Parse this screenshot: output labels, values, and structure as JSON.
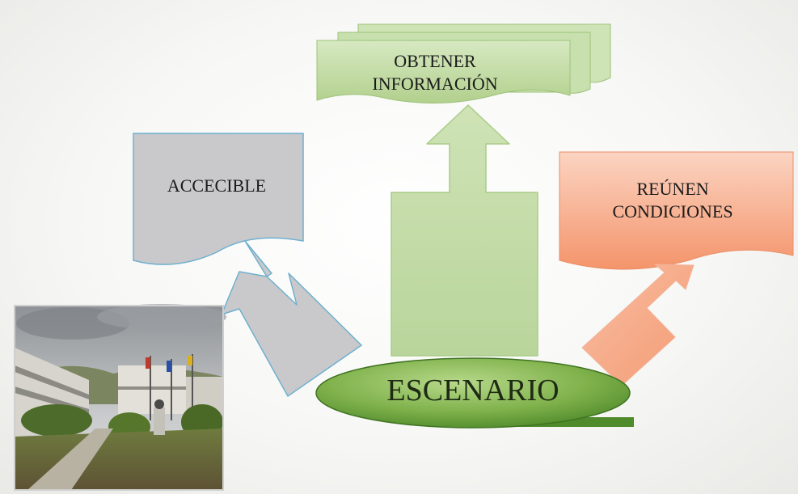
{
  "diagram": {
    "center": {
      "label": "ESCENARIO"
    },
    "nodes": [
      {
        "id": "accecible",
        "lines": [
          "ACCECIBLE"
        ]
      },
      {
        "id": "obtener-informacion",
        "lines": [
          "OBTENER",
          "INFORMACIÓN"
        ]
      },
      {
        "id": "reunen-condiciones",
        "lines": [
          "REÚNEN",
          "CONDICIONES"
        ]
      }
    ]
  },
  "colors": {
    "gray_fill": "#c9c9cb",
    "gray_border": "#6fb0cf",
    "green_fill": "#c3dca6",
    "green_dark": "#4f8a2b",
    "orange_fill": "#f6a886"
  }
}
